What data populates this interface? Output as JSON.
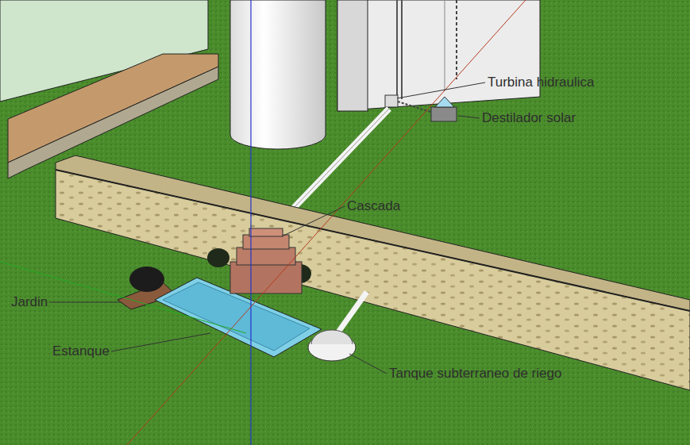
{
  "diagram": {
    "labels": [
      "Turbina hidraulica",
      "Destilador solar",
      "Cascada",
      "Jardin",
      "Estanque",
      "Tanque subterraneo de riego"
    ]
  }
}
